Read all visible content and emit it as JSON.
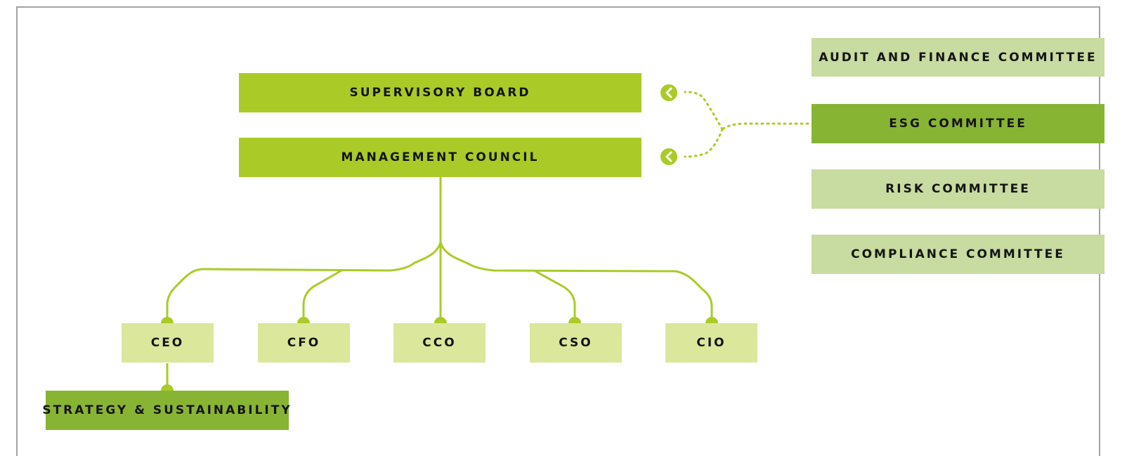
{
  "governance": {
    "supervisory_board": "SUPERVISORY BOARD",
    "management_council": "MANAGEMENT COUNCIL"
  },
  "committees": [
    {
      "label": "AUDIT AND FINANCE COMMITTEE"
    },
    {
      "label": "ESG COMMITTEE"
    },
    {
      "label": "RISK COMMITTEE"
    },
    {
      "label": "COMPLIANCE COMMITTEE"
    }
  ],
  "executives": [
    {
      "label": "CEO"
    },
    {
      "label": "CFO"
    },
    {
      "label": "CCO"
    },
    {
      "label": "CSO"
    },
    {
      "label": "CIO"
    }
  ],
  "ceo_unit": "STRATEGY & SUSTAINABILITY",
  "colors": {
    "main_green": "#aacb27",
    "light_green": "#dbe79b",
    "pale_green": "#c8dba0",
    "dark_green": "#88b434",
    "frame_gray": "#a3a3a3"
  }
}
